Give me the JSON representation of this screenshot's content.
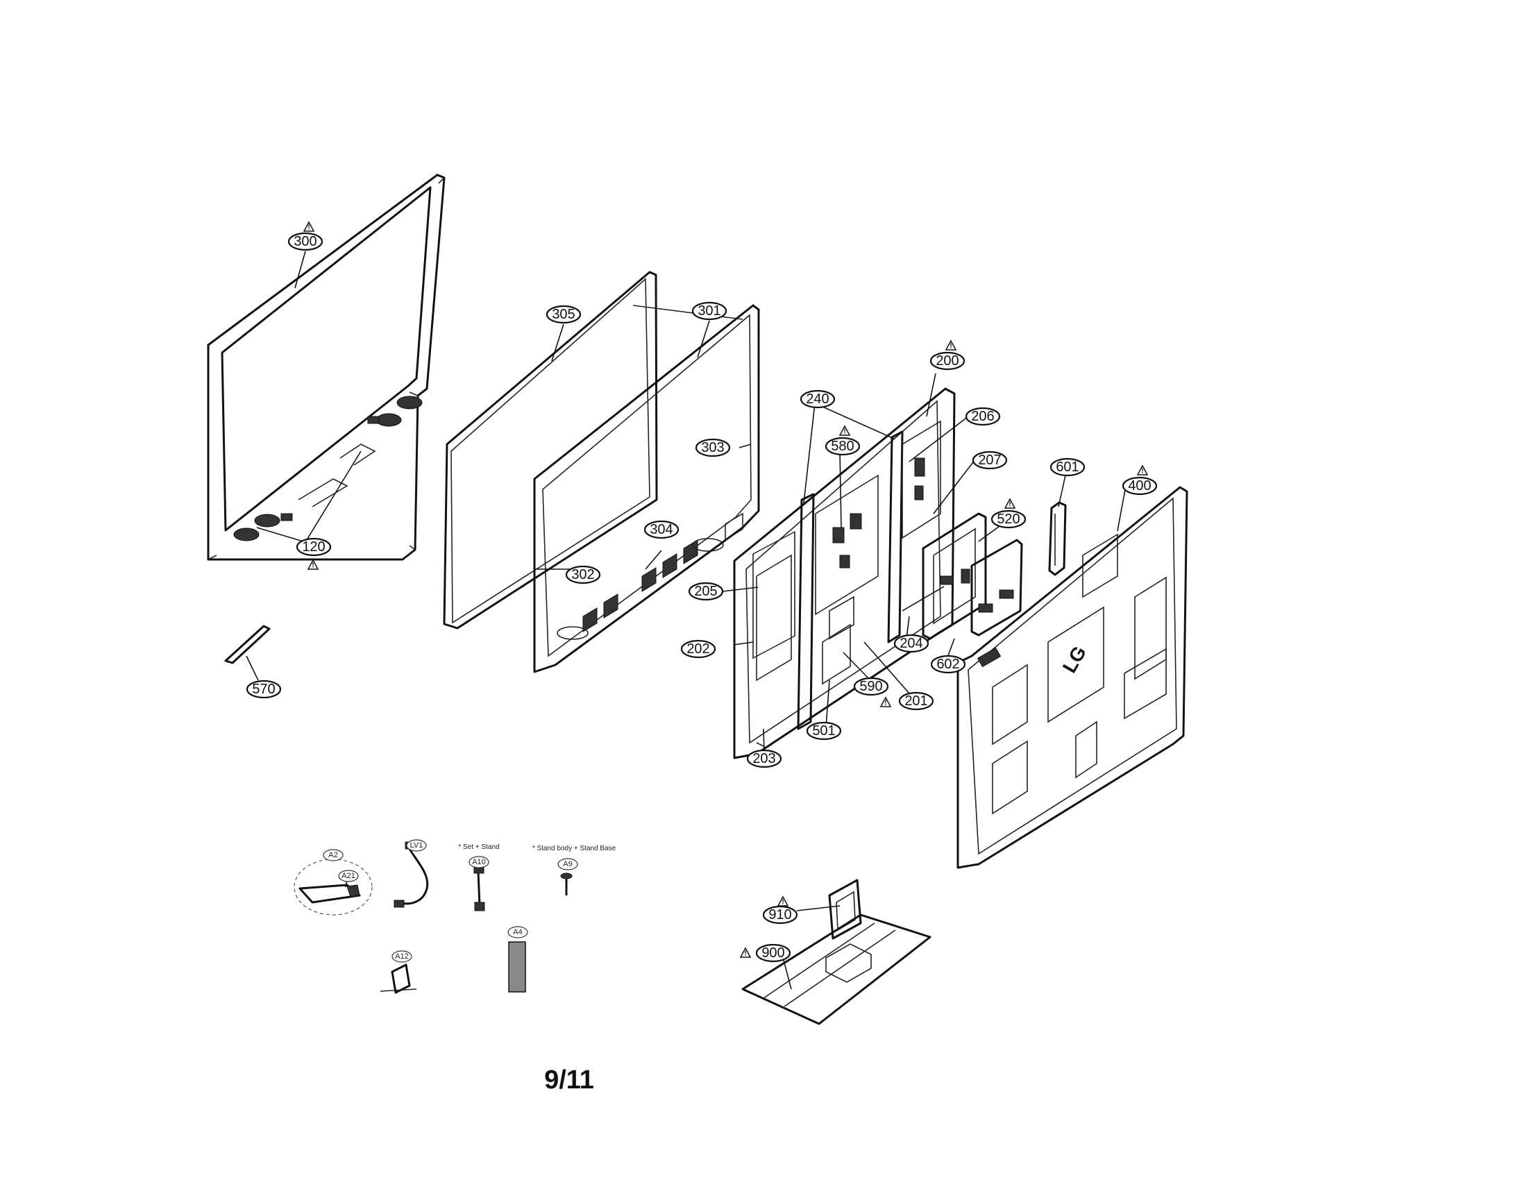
{
  "diagram": {
    "callouts": {
      "c300": "300",
      "c305": "305",
      "c301": "301",
      "c303": "303",
      "c304": "304",
      "c302": "302",
      "c120": "120",
      "c570": "570",
      "c240": "240",
      "c200": "200",
      "c206": "206",
      "c580": "580",
      "c207": "207",
      "c601": "601",
      "c400": "400",
      "c520": "520",
      "c205": "205",
      "c202": "202",
      "c204": "204",
      "c602": "602",
      "c590": "590",
      "c201": "201",
      "c501": "501",
      "c203": "203",
      "c910": "910",
      "c900": "900"
    },
    "accessories": {
      "a2": "A2",
      "a21": "A21",
      "lv1": "LV1",
      "a10": "A10",
      "a9": "A9",
      "a12": "A12",
      "a4": "A4"
    },
    "notes": {
      "set_stand": "* Set + Stand",
      "stand_body": "* Stand body + Stand Base"
    },
    "logo": "LG",
    "warning_symbol": "!"
  },
  "page_number": "9/11"
}
